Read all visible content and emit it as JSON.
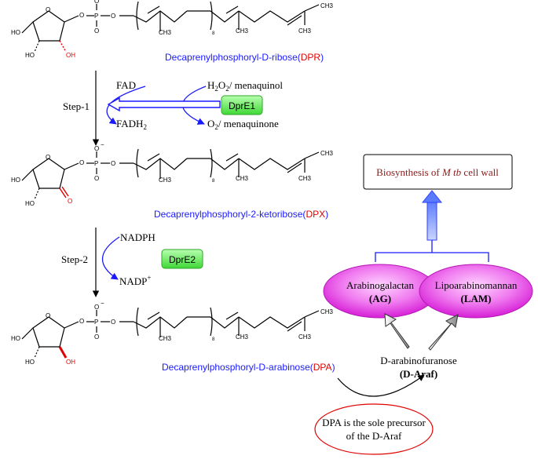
{
  "compounds": {
    "dpr": {
      "name_prefix": "Decaprenylphosphoryl-D-ribose(",
      "abbr": "DPR",
      "close": ")"
    },
    "dpx": {
      "name_prefix": "Decaprenylphosphoryl-2-ketoribose(",
      "abbr": "DPX",
      "close": ")"
    },
    "dpa": {
      "name_prefix": "Decaprenylphosphoryl-D-arabinose(",
      "abbr": "DPA",
      "close": ")"
    }
  },
  "atoms": {
    "ho": "HO",
    "oh": "OH",
    "o": "O",
    "p": "P",
    "ch3": "CH3",
    "sub8": "8",
    "minus": "−"
  },
  "step1": {
    "label": "Step-1",
    "fad": "FAD",
    "fadh2_base": "FADH",
    "fadh2_sub": "2",
    "h2o2_h": "H",
    "h2o2_sub1": "2",
    "h2o2_o": "O",
    "h2o2_sub2": "2",
    "h2o2_rest": "/ menaquinol",
    "o2_base": "O",
    "o2_sub": "2",
    "o2_rest": "/ menaquinone",
    "enzyme": "DprE1"
  },
  "step2": {
    "label": "Step-2",
    "nadph": "NADPH",
    "nadp_base": "NADP",
    "nadp_sup": "+",
    "enzyme": "DprE2"
  },
  "pathway": {
    "cell_wall_prefix": "Biosynthesis of ",
    "cell_wall_italic": "M tb",
    "cell_wall_suffix": " cell wall",
    "ag_name": "Arabinogalactan",
    "ag_abbr": "(AG)",
    "lam_name": "Lipoarabinomannan",
    "lam_abbr": "(LAM)",
    "araf_name": "D-arabinofuranose",
    "araf_abbr": "(D-Araf)",
    "precursor_line1": "DPA is the sole precursor",
    "precursor_line2": "of the D-Araf"
  },
  "colors": {
    "blue": "#1a1aff",
    "red": "#e00000",
    "enzyme_green": "#44e23a",
    "ellipse_magenta": "#e629e6",
    "cell_wall_text": "#8b1a1a"
  }
}
